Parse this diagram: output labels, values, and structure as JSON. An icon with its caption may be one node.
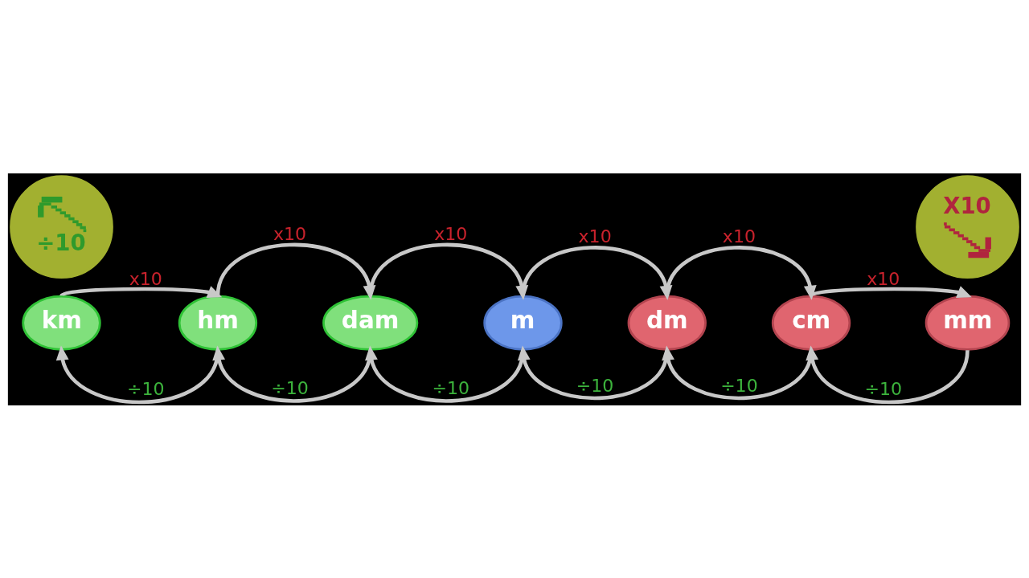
{
  "diagram": {
    "nodes": [
      {
        "text": [
          "km"
        ]
      },
      {
        "text": [
          "hm"
        ]
      },
      {
        "text": [
          "dam"
        ]
      },
      {
        "text": [
          "m"
        ]
      },
      {
        "text": [
          "dm"
        ]
      },
      {
        "text": [
          "cm"
        ]
      },
      {
        "text": [
          "mm"
        ]
      },
      {
        "text": [
          "X10"
        ]
      },
      {
        "text": [
          "÷10"
        ]
      }
    ],
    "edges": [
      {
        "from": 0,
        "to": 1,
        "arrow": "to",
        "label": "x10"
      },
      {
        "from": 1,
        "to": 2,
        "arrow": "to",
        "label": "x10"
      },
      {
        "from": 2,
        "to": 3,
        "arrow": "to",
        "label": "x10"
      },
      {
        "from": 3,
        "to": 4,
        "arrow": "to",
        "label": "x10"
      },
      {
        "from": 4,
        "to": 5,
        "arrow": "to",
        "label": "x10"
      },
      {
        "from": 5,
        "to": 6,
        "arrow": "to",
        "label": "x10"
      },
      {
        "from": 1,
        "to": 0,
        "arrow": "to",
        "label": "÷10"
      },
      {
        "from": 2,
        "to": 1,
        "arrow": "to",
        "label": "÷10"
      },
      {
        "from": 3,
        "to": 2,
        "arrow": "to",
        "label": "÷10"
      },
      {
        "from": 4,
        "to": 3,
        "arrow": "to",
        "label": "÷10"
      },
      {
        "from": 5,
        "to": 4,
        "arrow": "to",
        "label": "÷10"
      },
      {
        "from": 6,
        "to": 5,
        "arrow": "to",
        "label": "÷10"
      }
    ]
  }
}
